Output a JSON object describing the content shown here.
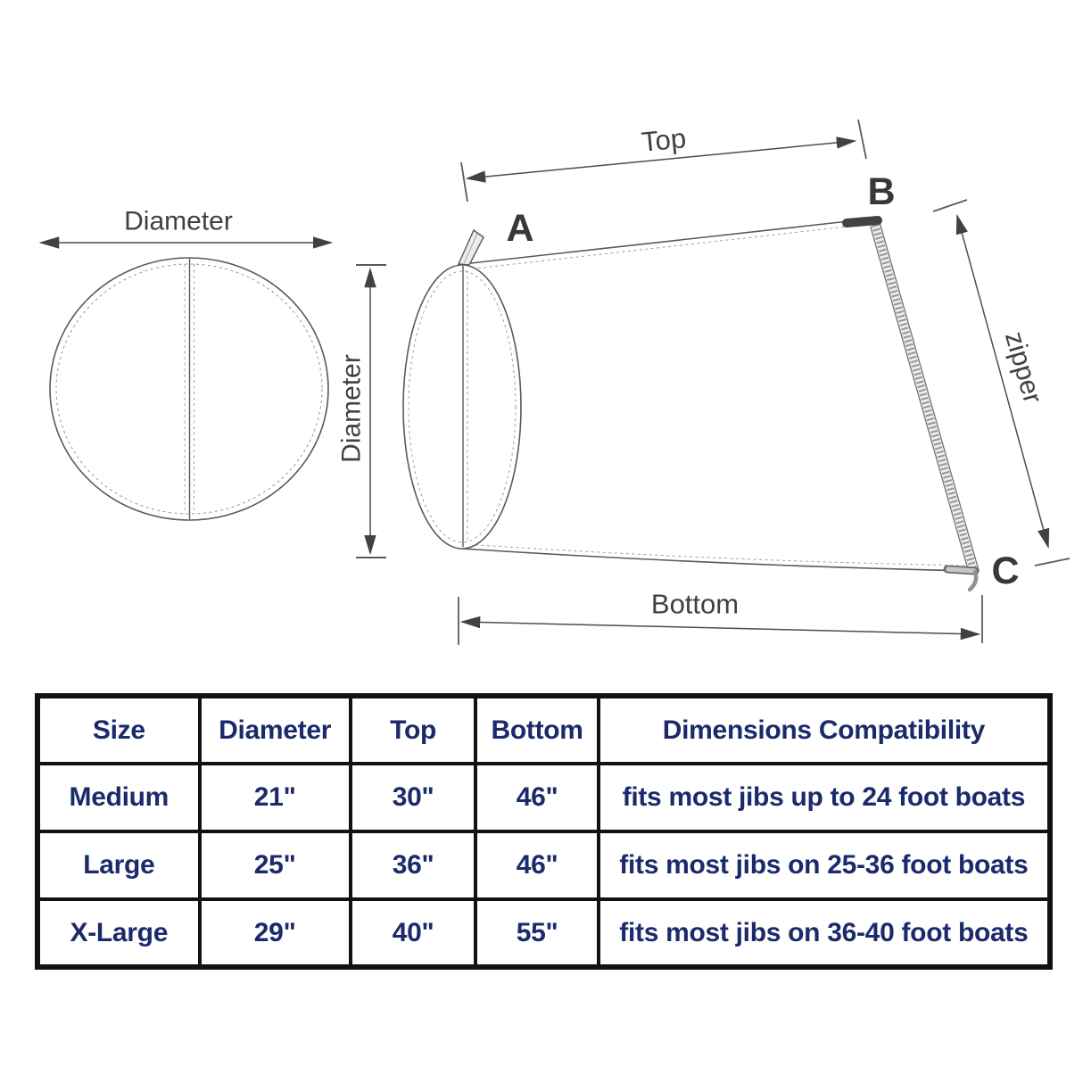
{
  "colors": {
    "table_text_navy": "#1a2a6b",
    "table_border_black": "#121212",
    "diagram_line_gray": "#58595b",
    "diagram_label_gray": "#414042",
    "point_label_dark": "#38383a"
  },
  "diagram": {
    "front_view": {
      "diameter_label": "Diameter"
    },
    "side_view": {
      "diameter_label": "Diameter",
      "top_label": "Top",
      "bottom_label": "Bottom",
      "zipper_label": "zipper",
      "point_a": "A",
      "point_b": "B",
      "point_c": "C"
    }
  },
  "table": {
    "headers": [
      "Size",
      "Diameter",
      "Top",
      "Bottom",
      "Dimensions Compatibility"
    ],
    "rows": [
      {
        "size": "Medium",
        "diameter": "21\"",
        "top": "30\"",
        "bottom": "46\"",
        "compatibility": "fits most jibs up to 24 foot boats"
      },
      {
        "size": "Large",
        "diameter": "25\"",
        "top": "36\"",
        "bottom": "46\"",
        "compatibility": "fits most jibs on 25-36 foot boats"
      },
      {
        "size": "X-Large",
        "diameter": "29\"",
        "top": "40\"",
        "bottom": "55\"",
        "compatibility": "fits most jibs on 36-40 foot boats"
      }
    ]
  }
}
